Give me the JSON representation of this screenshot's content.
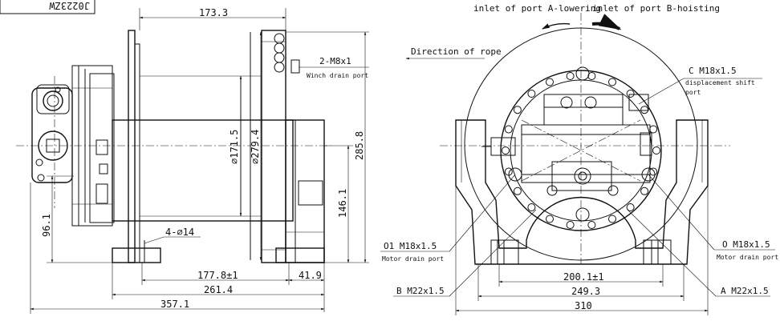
{
  "title_block": {
    "code": "J0223ZW"
  },
  "side_view": {
    "dims": {
      "top_width": "173.3",
      "drum_dia": "∅171.5",
      "flange_dia": "∅279.4",
      "height_total": "285.8",
      "height_146": "146.1",
      "height_96": "96.1",
      "holes": "4-∅14",
      "base_177": "177.8±1",
      "base_41": "41.9",
      "base_261": "261.4",
      "overall": "357.1"
    },
    "drain_label": "2-M8x1",
    "drain_caption": "Winch drain port"
  },
  "front_view": {
    "port_a_label": "inlet of port A-lowering",
    "port_b_label": "inlet of port B-hoisting",
    "rope_label": "Direction of rope",
    "c_label": "C M18x1.5",
    "c_caption_1": "displacement shift",
    "c_caption_2": "port",
    "o1_label": "O1 M18x1.5",
    "o1_caption": "Motor drain port",
    "o_label": "O M18x1.5",
    "o_caption": "Motor drain port",
    "b_label": "B M22x1.5",
    "a_label": "A M22x1.5",
    "dims": {
      "inner_200": "200.1±1",
      "mid_249": "249.3",
      "outer_310": "310"
    }
  }
}
